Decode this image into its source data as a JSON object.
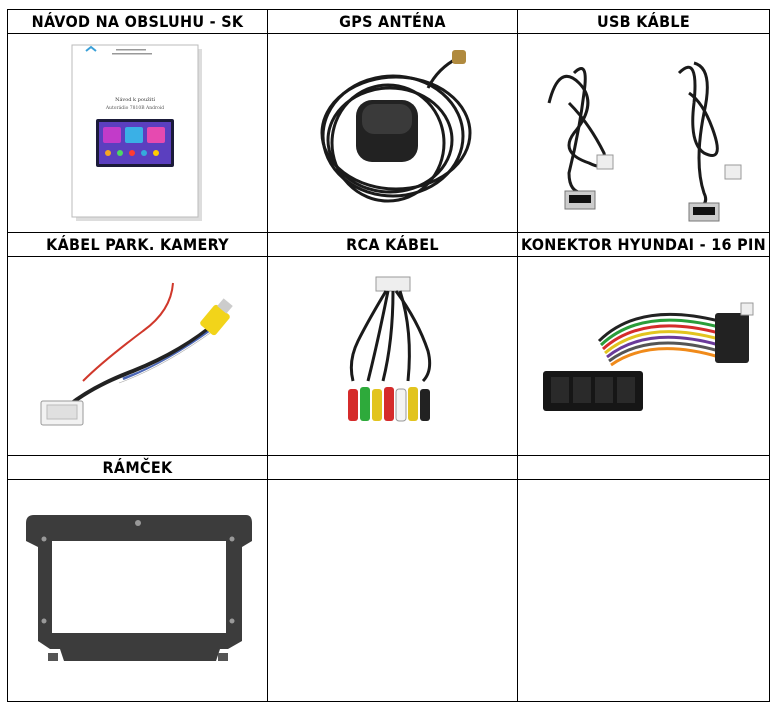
{
  "items": [
    {
      "label": "NÁVOD NA OBSLUHU - SK",
      "icon": "manual-booklet"
    },
    {
      "label": "GPS ANTÉNA",
      "icon": "gps-antenna"
    },
    {
      "label": "USB KÁBLE",
      "icon": "usb-cables"
    },
    {
      "label": "KÁBEL PARK. KAMERY",
      "icon": "camera-cable"
    },
    {
      "label": "RCA KÁBEL",
      "icon": "rca-cable"
    },
    {
      "label": "KONEKTOR HYUNDAI - 16 PIN",
      "icon": "hyundai-connector"
    },
    {
      "label": "RÁMČEK",
      "icon": "dash-frame"
    }
  ],
  "manual": {
    "title": "Návod k použití",
    "subtitle": "Autorádio 7810B Android"
  }
}
